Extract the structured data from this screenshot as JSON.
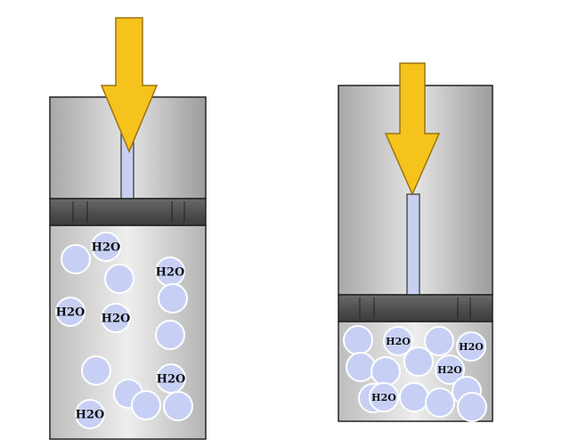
{
  "colors": {
    "arrow": "#f6c21c",
    "arrow_stroke": "#9a7410",
    "piston": "#555555",
    "rod": "#c8d0f2",
    "molecule": "#c7d0f4",
    "molecule_stroke": "#ffffff",
    "outline": "#222222"
  },
  "left_cylinder": {
    "state": "uncompressed",
    "molecules": [
      {
        "label": "H2O"
      },
      {
        "label": ""
      },
      {
        "label": ""
      },
      {
        "label": "H2O"
      },
      {
        "label": ""
      },
      {
        "label": "H2O"
      },
      {
        "label": "H2O"
      },
      {
        "label": ""
      },
      {
        "label": ""
      },
      {
        "label": ""
      },
      {
        "label": "H2O"
      },
      {
        "label": "H2O"
      },
      {
        "label": ""
      },
      {
        "label": ""
      }
    ]
  },
  "right_cylinder": {
    "state": "compressed",
    "molecules": [
      {
        "label": ""
      },
      {
        "label": "H2O"
      },
      {
        "label": ""
      },
      {
        "label": "H2O"
      },
      {
        "label": ""
      },
      {
        "label": ""
      },
      {
        "label": ""
      },
      {
        "label": "H2O"
      },
      {
        "label": ""
      },
      {
        "label": "H2O"
      },
      {
        "label": ""
      },
      {
        "label": ""
      },
      {
        "label": ""
      },
      {
        "label": ""
      }
    ]
  }
}
